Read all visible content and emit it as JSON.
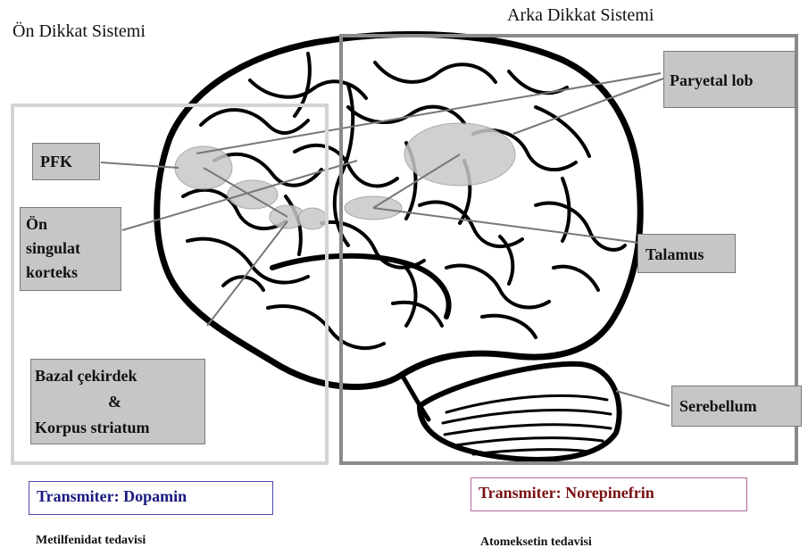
{
  "headings": {
    "front": "Ön Dikkat Sistemi",
    "back": "Arka Dikkat Sistemi"
  },
  "labels": {
    "pfk": "PFK",
    "cingulate": [
      "Ön",
      "singulat",
      "korteks"
    ],
    "basal": [
      "Bazal çekirdek",
      "&",
      "Korpus striatum"
    ],
    "parietal": "Paryetal lob",
    "thalamus": "Talamus",
    "cerebellum": "Serebellum"
  },
  "transmitters": {
    "front": "Transmiter: Dopamin",
    "back": "Transmiter: Norepinefrin"
  },
  "treatments": {
    "front": "Metilfenidat tedavisi",
    "back": "Atomeksetin tedavisi"
  },
  "colors": {
    "dopamine_text": "#1a1a80",
    "dopamine_border": "#4a4ab0",
    "norepinephrine_text": "#7a1010",
    "norepinephrine_border": "#b06a9a",
    "front_frame": "#d4d4d4",
    "back_frame": "#8a8a8a",
    "label_fill": "#c6c6c6",
    "region_fill": "#c8c8c8"
  }
}
